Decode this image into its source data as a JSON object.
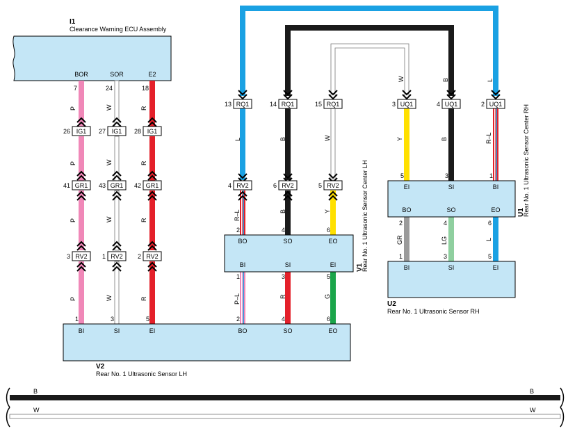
{
  "components": {
    "I1": {
      "id": "I1",
      "name": "Clearance Warning ECU Assembly",
      "pins": [
        "BOR",
        "SOR",
        "E2"
      ],
      "pin_numbers": [
        "7",
        "24",
        "18"
      ]
    },
    "V2": {
      "id": "V2",
      "name": "Rear No.  1 Ultrasonic Sensor LH",
      "pins": [
        "BI",
        "SI",
        "EI",
        "BO",
        "SO",
        "EO"
      ],
      "pin_numbers": [
        "1",
        "3",
        "5",
        "2",
        "4",
        "6"
      ]
    },
    "V1": {
      "id": "V1",
      "name": "Rear No.  1 Ultrasonic Sensor Center LH",
      "pins_top": [
        "BO",
        "SO",
        "EO"
      ],
      "pins_bottom": [
        "BI",
        "SI",
        "EI"
      ],
      "pin_numbers_top": [
        "2",
        "4",
        "6"
      ],
      "pin_numbers_bottom": [
        "1",
        "3",
        "5"
      ]
    },
    "U1": {
      "id": "U1",
      "name": "Rear No.  1 Ultrasonic Sensor Center RH",
      "pins_top": [
        "EI",
        "SI",
        "BI"
      ],
      "pins_bottom": [
        "BO",
        "SO",
        "EO"
      ],
      "pin_numbers_top": [
        "5",
        "3",
        "1"
      ],
      "pin_numbers_bottom": [
        "2",
        "4",
        "6"
      ]
    },
    "U2": {
      "id": "U2",
      "name": "Rear No.  1 Ultrasonic Sensor RH",
      "pins": [
        "BI",
        "SI",
        "EI"
      ],
      "pin_numbers": [
        "1",
        "3",
        "5"
      ]
    }
  },
  "connectors": {
    "ig1": {
      "label": "IG1",
      "pins": [
        "26",
        "27",
        "28"
      ]
    },
    "gr1": {
      "label": "GR1",
      "pins": [
        "41",
        "43",
        "42"
      ]
    },
    "rv2_left": {
      "label": "RV2",
      "pins": [
        "3",
        "1",
        "2"
      ]
    },
    "rq1": {
      "label": "RQ1",
      "pins": [
        "13",
        "14",
        "15"
      ]
    },
    "rv2_mid": {
      "label": "RV2",
      "pins": [
        "4",
        "6",
        "5"
      ]
    },
    "uq1": {
      "label": "UQ1",
      "pins": [
        "3",
        "4",
        "2"
      ]
    }
  },
  "wire_codes": {
    "left": [
      "P",
      "W",
      "R"
    ],
    "mid_top": [
      "L",
      "B",
      "W"
    ],
    "mid_upper": [
      "R–L",
      "B",
      "Y"
    ],
    "mid_lower": [
      "P–L",
      "R",
      "G"
    ],
    "right_top": [
      "W",
      "B",
      "L"
    ],
    "right_upper": [
      "Y",
      "B",
      "R–L"
    ],
    "right_lower": [
      "GR",
      "LG",
      "L"
    ]
  },
  "bottom_wires": {
    "b": "B",
    "w": "W"
  },
  "colors": {
    "pink": "#f088b8",
    "red": "#e4202a",
    "blue": "#1aa1e3",
    "black": "#1a1a1a",
    "yellow": "#ffe000",
    "green": "#1aa54a",
    "gray": "#9b9b9b",
    "light_green": "#8fcf9f",
    "box_fill": "#c4e6f6"
  }
}
